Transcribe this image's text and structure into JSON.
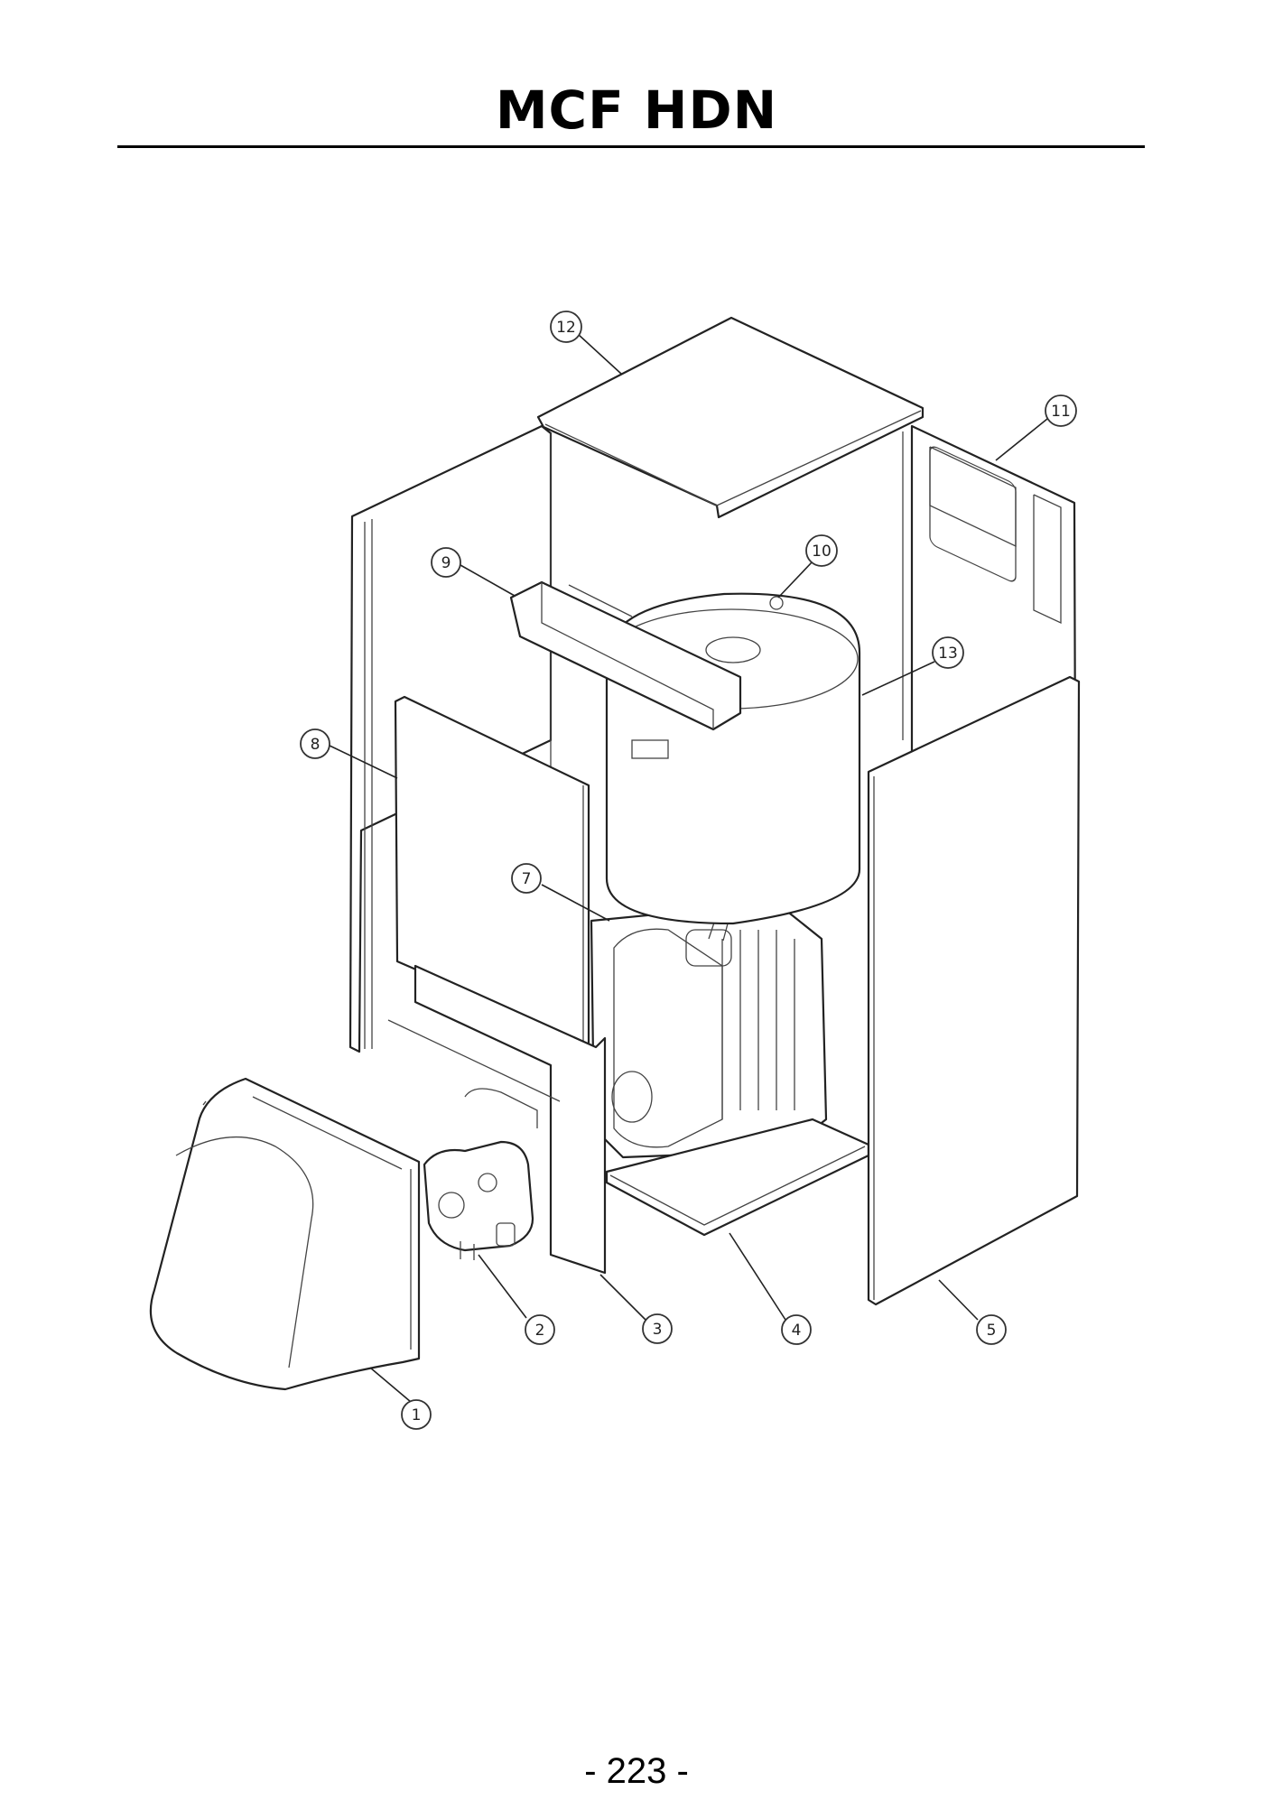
{
  "header": {
    "title": "MCF HDN"
  },
  "callouts": {
    "c1": "1",
    "c2": "2",
    "c3": "3",
    "c4": "4",
    "c5": "5",
    "c6": "7",
    "c7": "8",
    "c8": "9",
    "c9": "10",
    "c10": "11",
    "c11": "12",
    "c12": "13"
  },
  "footer": {
    "page_number": "- 223 -"
  }
}
